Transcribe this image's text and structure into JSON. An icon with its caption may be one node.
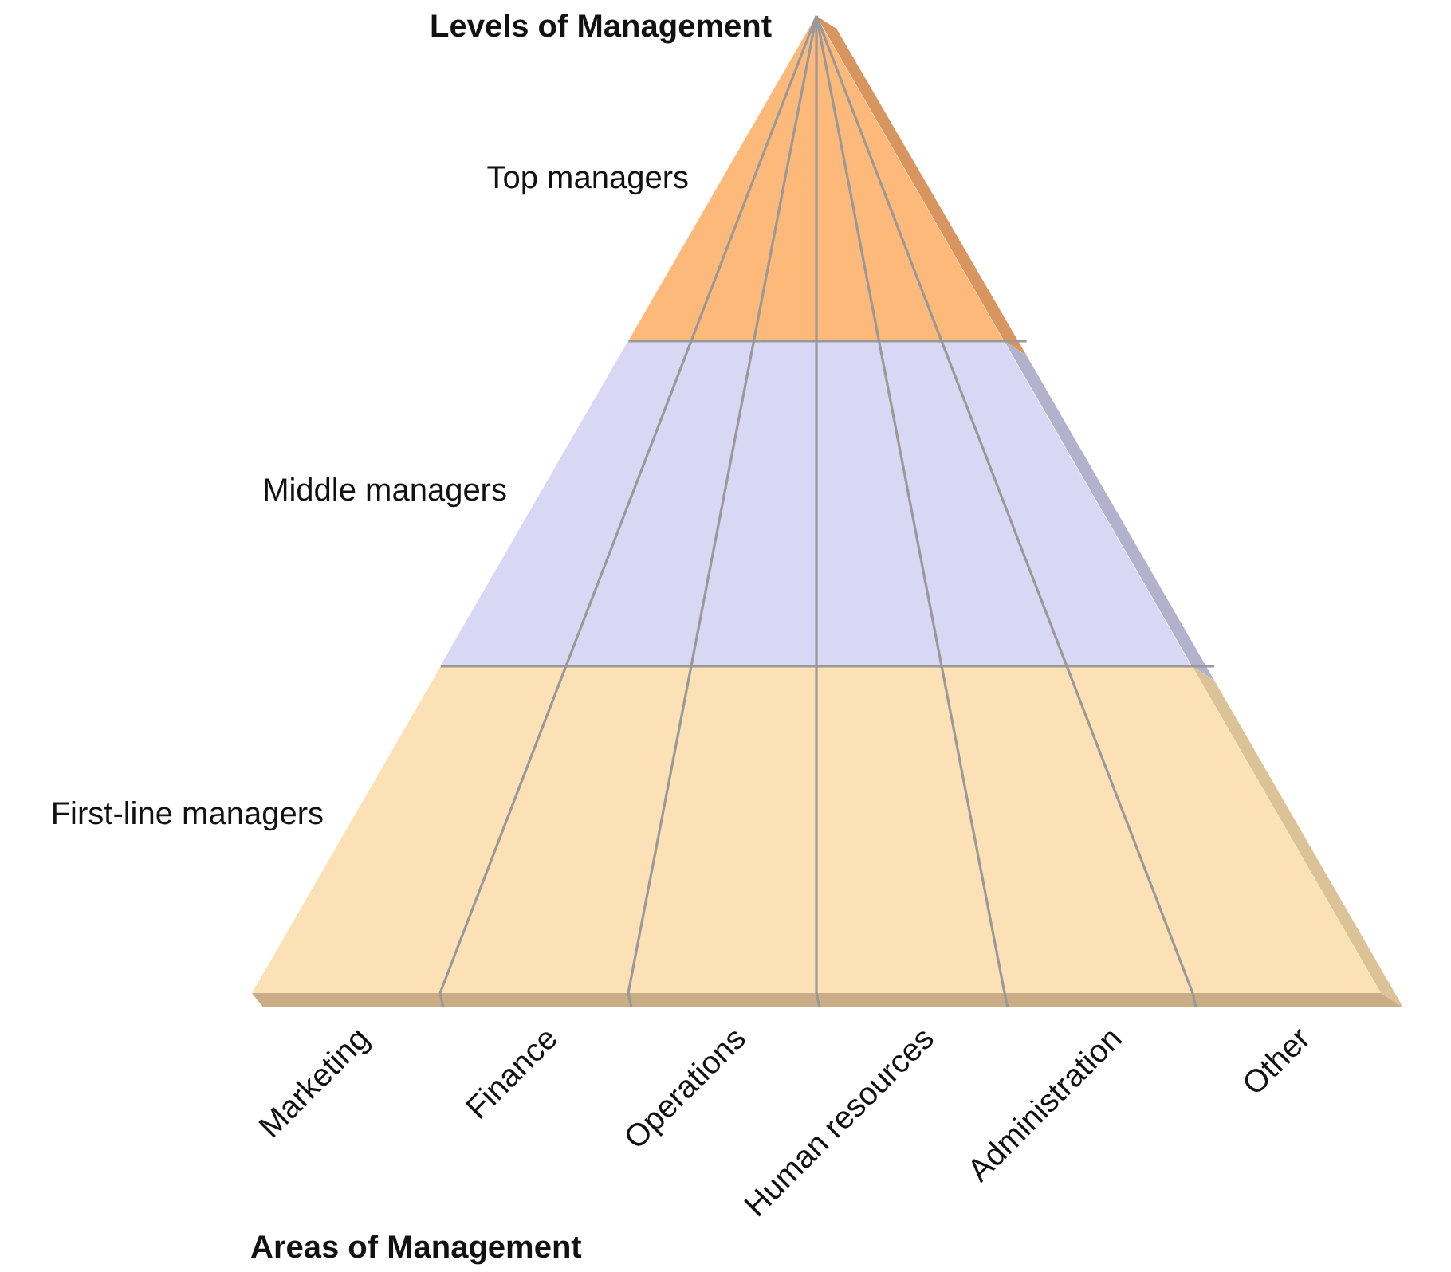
{
  "diagram": {
    "title": "Levels of Management",
    "nodes": [
      {
        "text": [
          "Top managers"
        ]
      },
      {
        "text": [
          "Middle managers"
        ]
      },
      {
        "text": [
          "First-line managers"
        ]
      }
    ],
    "labels": [
      "Marketing",
      "Finance",
      "Operations",
      "Human resources",
      "Administration",
      "Other",
      "Areas of Management"
    ]
  }
}
